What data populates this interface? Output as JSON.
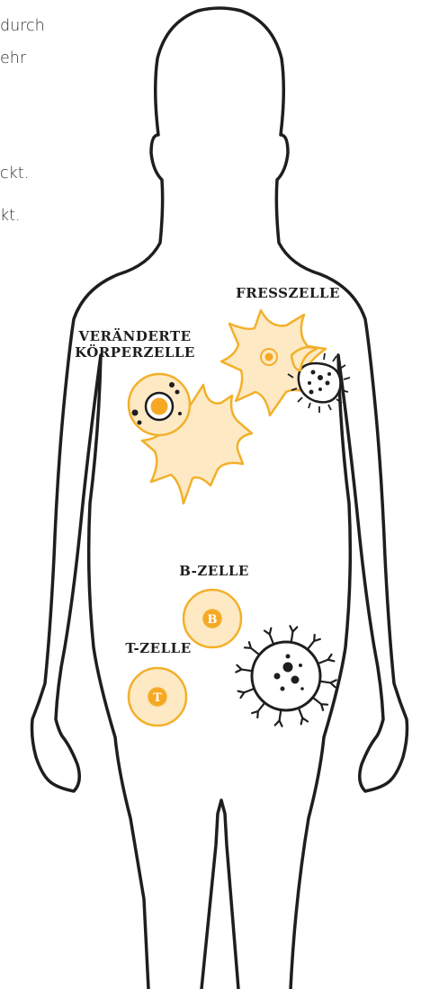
{
  "intro_text": [
    "durch",
    "ehr",
    "ckt.",
    "kt."
  ],
  "labels": {
    "fresszelle": "FRESSZELLE",
    "veraenderte_line1": "VERÄNDERTE",
    "veraenderte_line2": "KÖRPERZELLE",
    "b_zelle": "B-ZELLE",
    "t_zelle": "T-ZELLE"
  },
  "cell_letters": {
    "b": "B",
    "t": "T"
  },
  "colors": {
    "cell_fill": "#fde9c4",
    "cell_stroke": "#f2b02a",
    "nucleus": "#f7a823",
    "outline": "#1e1e1e"
  },
  "icons": [
    "body-outline-icon",
    "phagocyte-icon",
    "bacterium-icon",
    "altered-cell-icon",
    "b-cell-icon",
    "t-cell-icon",
    "virus-icon"
  ]
}
